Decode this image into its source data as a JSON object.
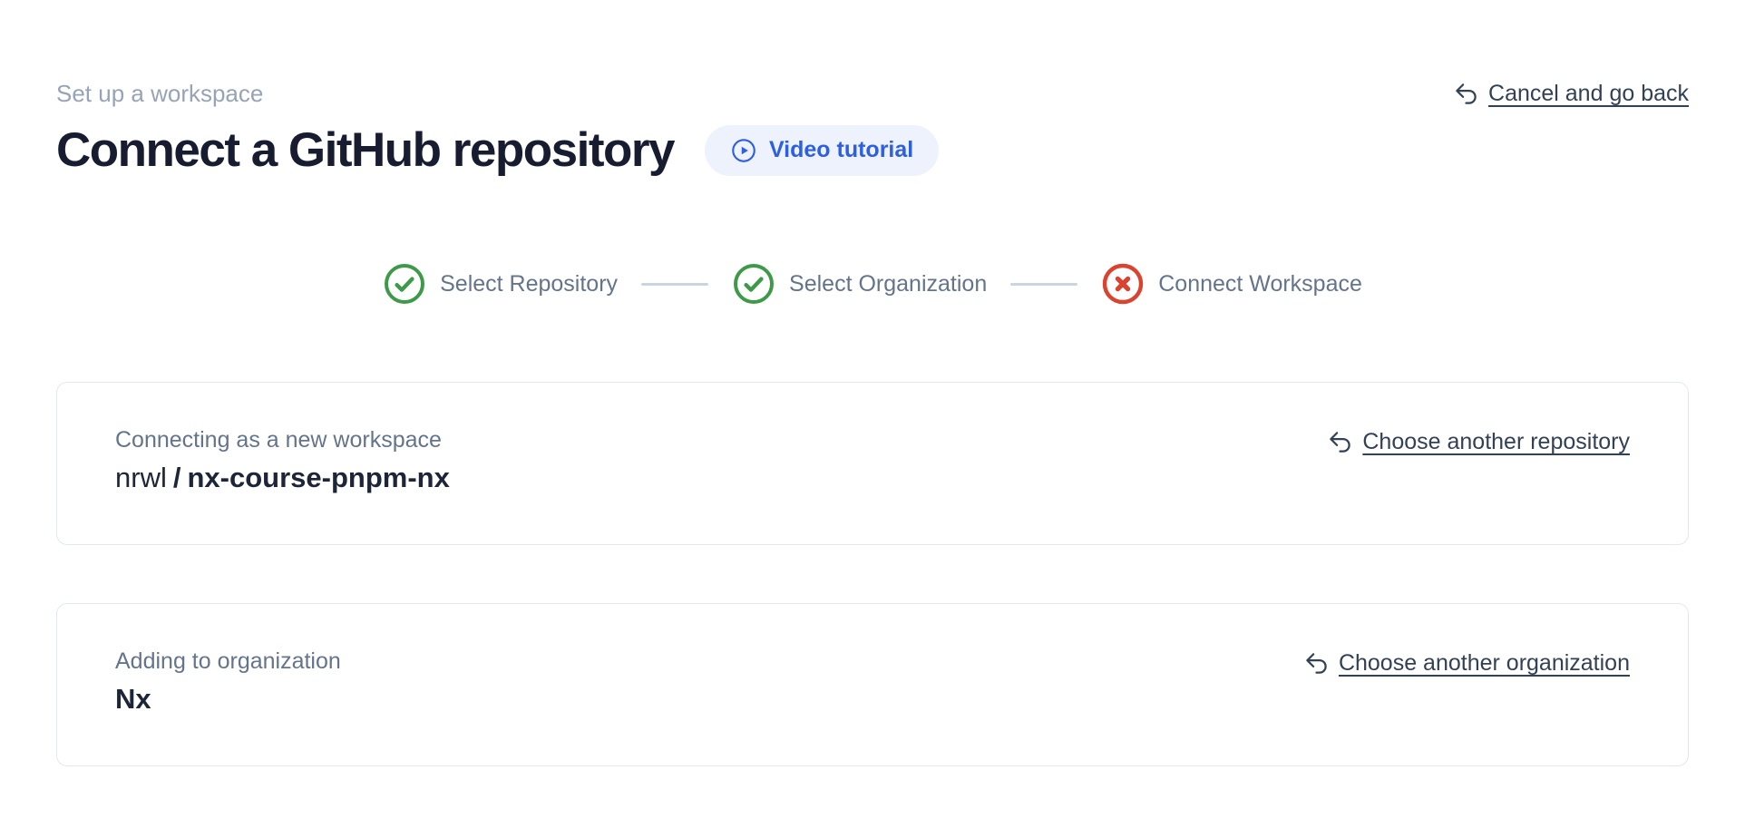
{
  "header": {
    "eyebrow": "Set up a workspace",
    "title": "Connect a GitHub repository",
    "video_tutorial": "Video tutorial",
    "cancel": "Cancel and go back"
  },
  "stepper": {
    "steps": [
      {
        "label": "Select Repository",
        "status": "complete"
      },
      {
        "label": "Select Organization",
        "status": "complete"
      },
      {
        "label": "Connect Workspace",
        "status": "error"
      }
    ]
  },
  "repository_card": {
    "label": "Connecting as a new workspace",
    "owner": "nrwl",
    "separator": "/",
    "repo": "nx-course-pnpm-nx",
    "action": "Choose another repository"
  },
  "organization_card": {
    "label": "Adding to organization",
    "name": "Nx",
    "action": "Choose another organization"
  },
  "colors": {
    "success_green": "#3e9a48",
    "error_red": "#da4330",
    "accent_blue": "#2d5fe0",
    "pill_background": "#edf2fd",
    "connector_gray": "#cbd5e1"
  }
}
